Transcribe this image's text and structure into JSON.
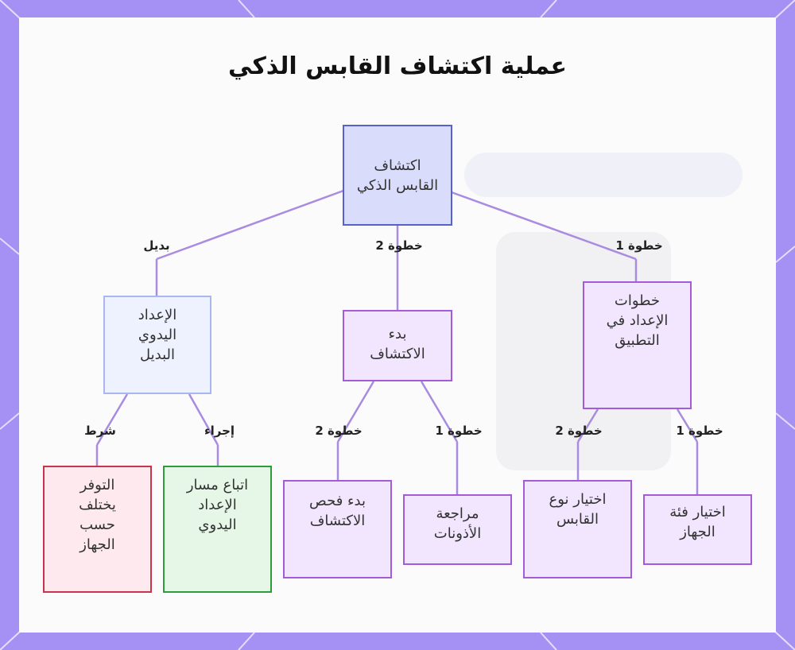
{
  "title": "عملية اكتشاف القابس الذكي",
  "nodes": {
    "root": "اكتشاف القابس الذكي",
    "manual": "الإعداد اليدوي البديل",
    "start": "بدء الاكتشاف",
    "app_steps": "خطوات الإعداد في التطبيق",
    "availability": "التوفر يختلف حسب الجهاز",
    "follow_manual": "اتباع مسار الإعداد اليدوي",
    "start_scan": "بدء فحص الاكتشاف",
    "review_perms": "مراجعة الأذونات",
    "choose_type": "اختيار نوع القابس",
    "choose_category": "اختيار فئة الجهاز"
  },
  "edges": {
    "alt": "بديل",
    "step2_top": "خطوة 2",
    "step1_top": "خطوة 1",
    "condition": "شرط",
    "action": "إجراء",
    "step2_mid": "خطوة 2",
    "step1_mid": "خطوة 1",
    "step2_right": "خطوة 2",
    "step1_right": "خطوة 1"
  },
  "colors": {
    "frame": "#a591f3",
    "root_fill": "#d9dcfb",
    "root_border": "#5662c9",
    "step_fill": "#f1e6fd",
    "step_border": "#a35bd7",
    "alt_fill": "#eef1fe",
    "alt_border": "#a9b6ef",
    "condition_fill": "#fde9ee",
    "condition_border": "#c9334d",
    "action_fill": "#e6f6e7",
    "action_border": "#2d9c3c",
    "edge": "#a98be0"
  }
}
